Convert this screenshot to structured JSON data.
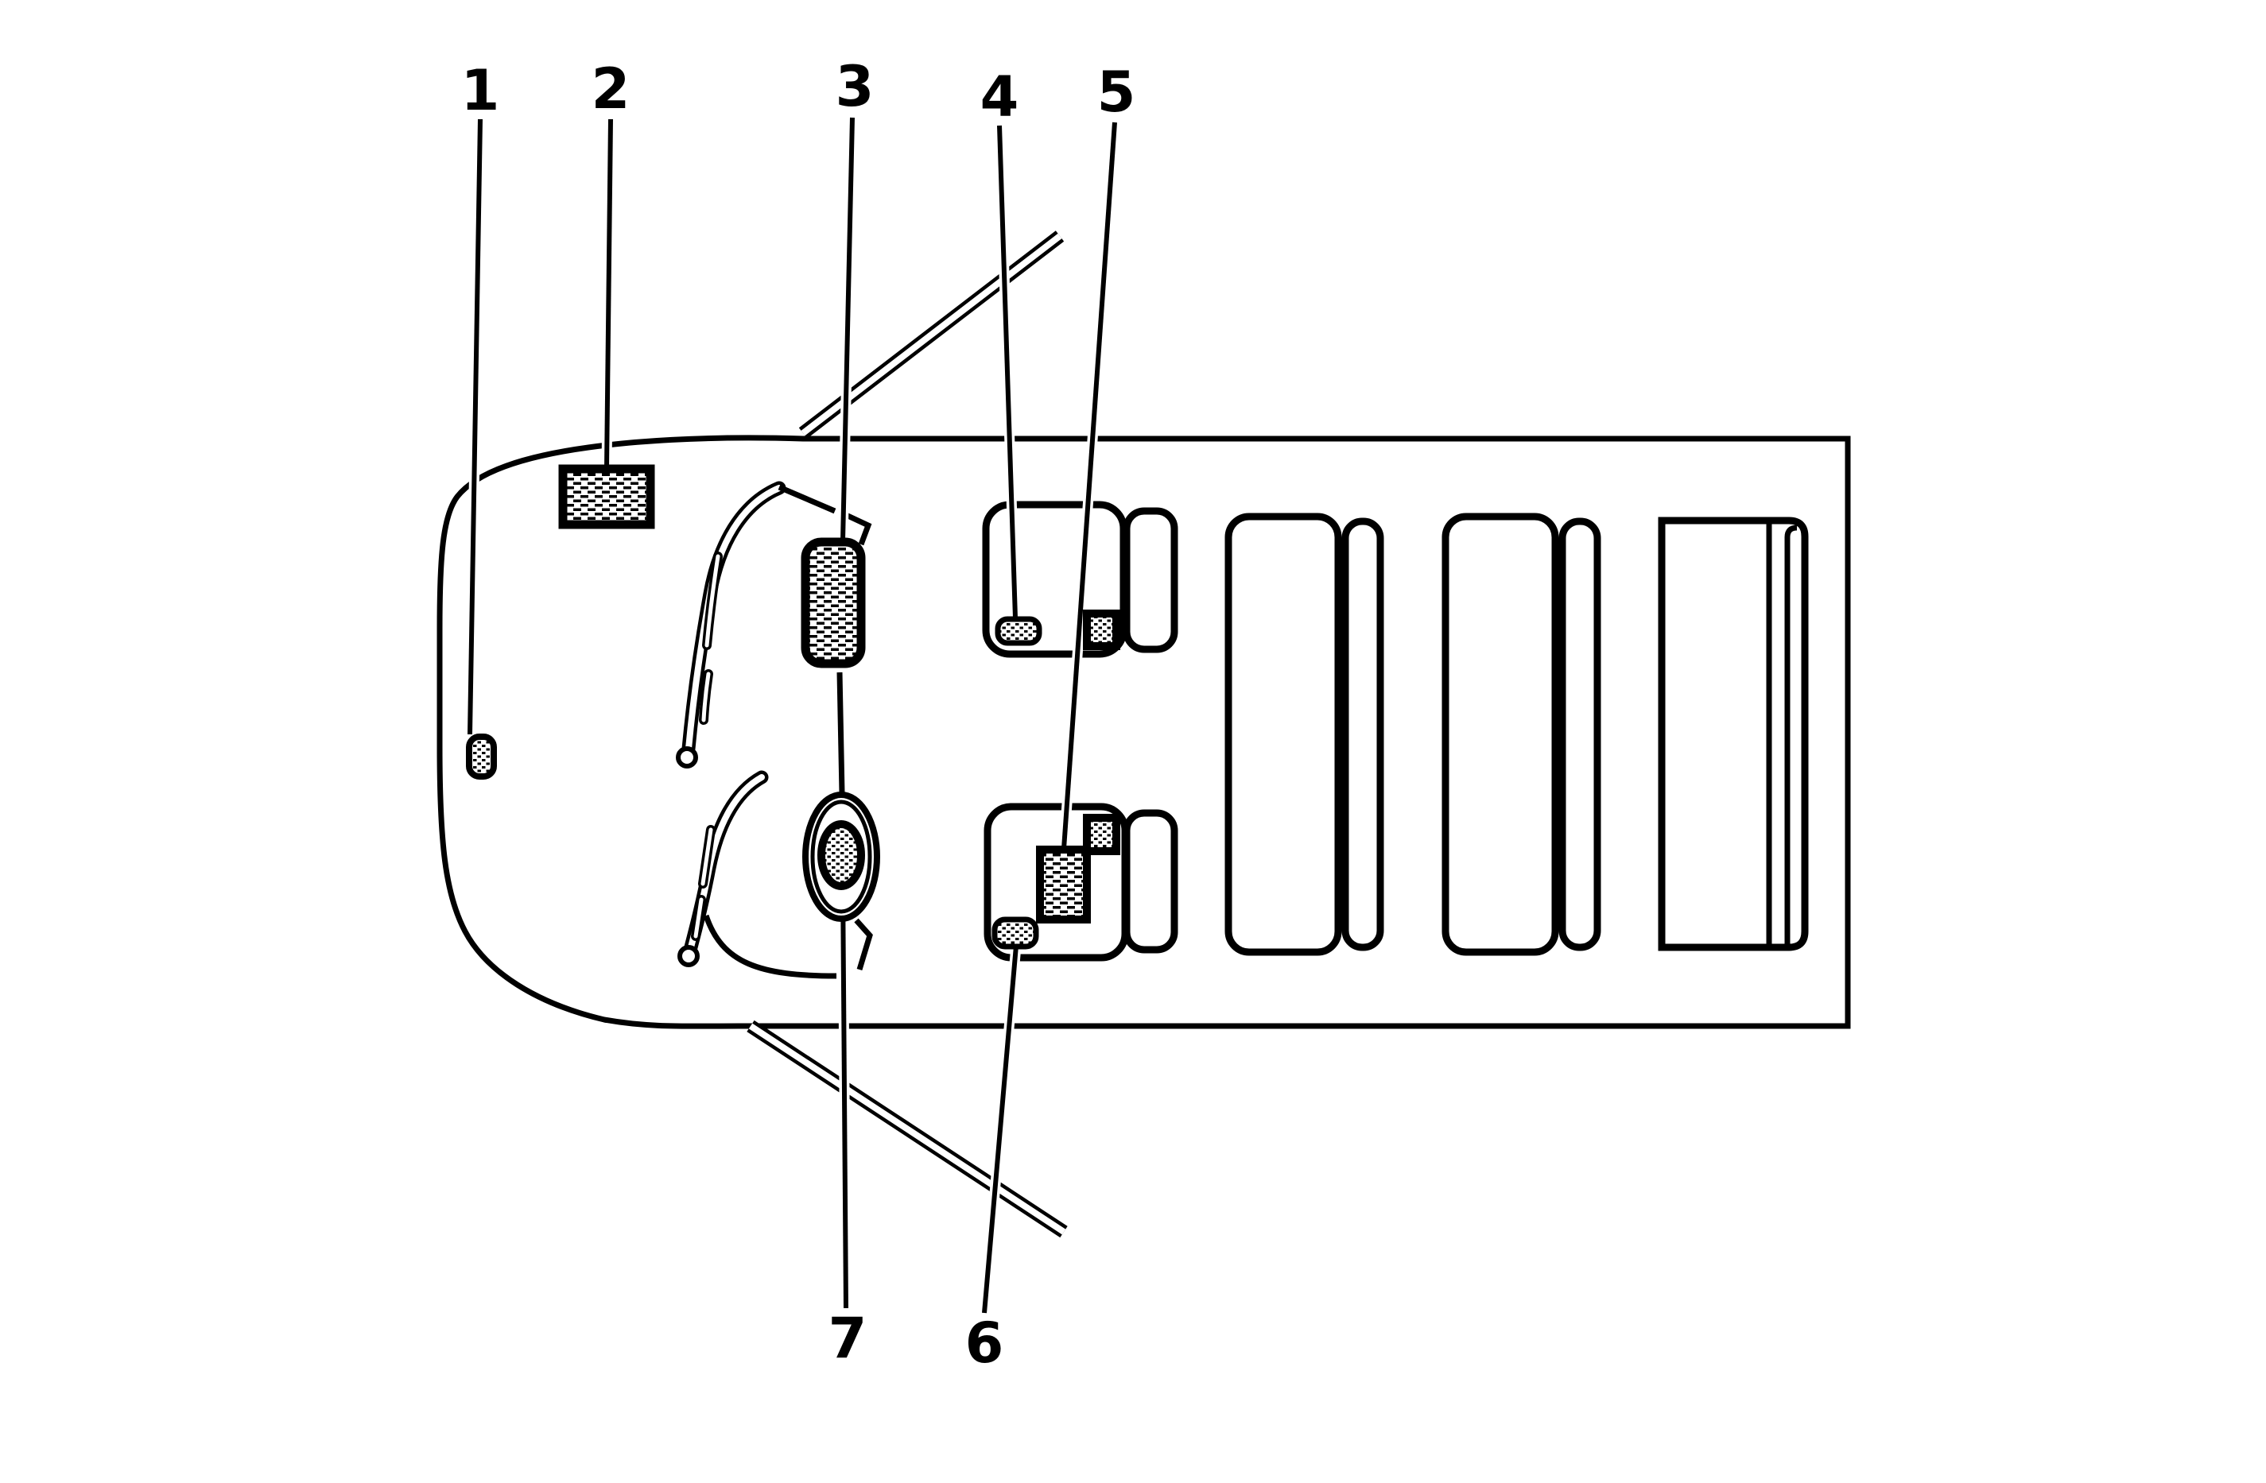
{
  "page": {
    "background": "#ffffff",
    "line_color": "#000000"
  },
  "figure": {
    "kind": "vehicle-top-view-component-location-diagram"
  },
  "callouts": [
    {
      "id": "1",
      "label": "1"
    },
    {
      "id": "2",
      "label": "2"
    },
    {
      "id": "3",
      "label": "3"
    },
    {
      "id": "4",
      "label": "4"
    },
    {
      "id": "5",
      "label": "5"
    },
    {
      "id": "6",
      "label": "6"
    },
    {
      "id": "7",
      "label": "7"
    }
  ]
}
